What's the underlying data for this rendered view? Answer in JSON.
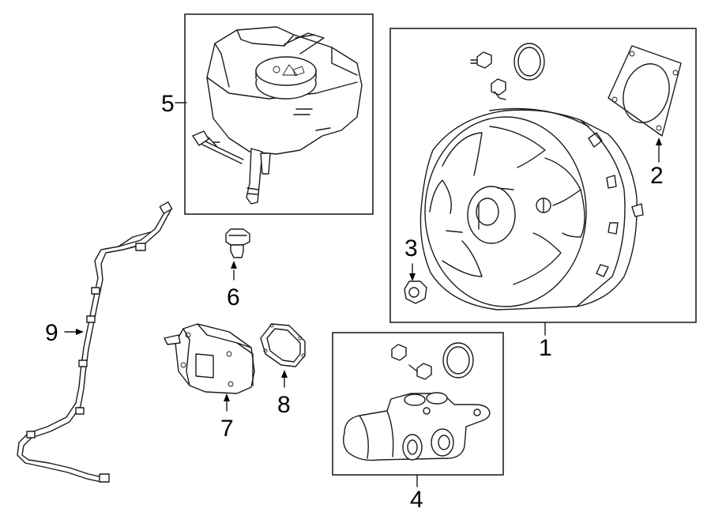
{
  "callouts": {
    "c1": "1",
    "c2": "2",
    "c3": "3",
    "c4": "4",
    "c5": "5",
    "c6": "6",
    "c7": "7",
    "c8": "8",
    "c9": "9"
  },
  "parts": [
    {
      "callout": "1",
      "icon": "brake-booster-icon"
    },
    {
      "callout": "2",
      "icon": "booster-gasket-icon"
    },
    {
      "callout": "3",
      "icon": "booster-nut-icon"
    },
    {
      "callout": "4",
      "icon": "master-cylinder-icon"
    },
    {
      "callout": "5",
      "icon": "fluid-reservoir-icon"
    },
    {
      "callout": "6",
      "icon": "grommet-icon"
    },
    {
      "callout": "7",
      "icon": "vacuum-pump-icon"
    },
    {
      "callout": "8",
      "icon": "pump-gasket-icon"
    },
    {
      "callout": "9",
      "icon": "sensor-harness-icon"
    }
  ]
}
